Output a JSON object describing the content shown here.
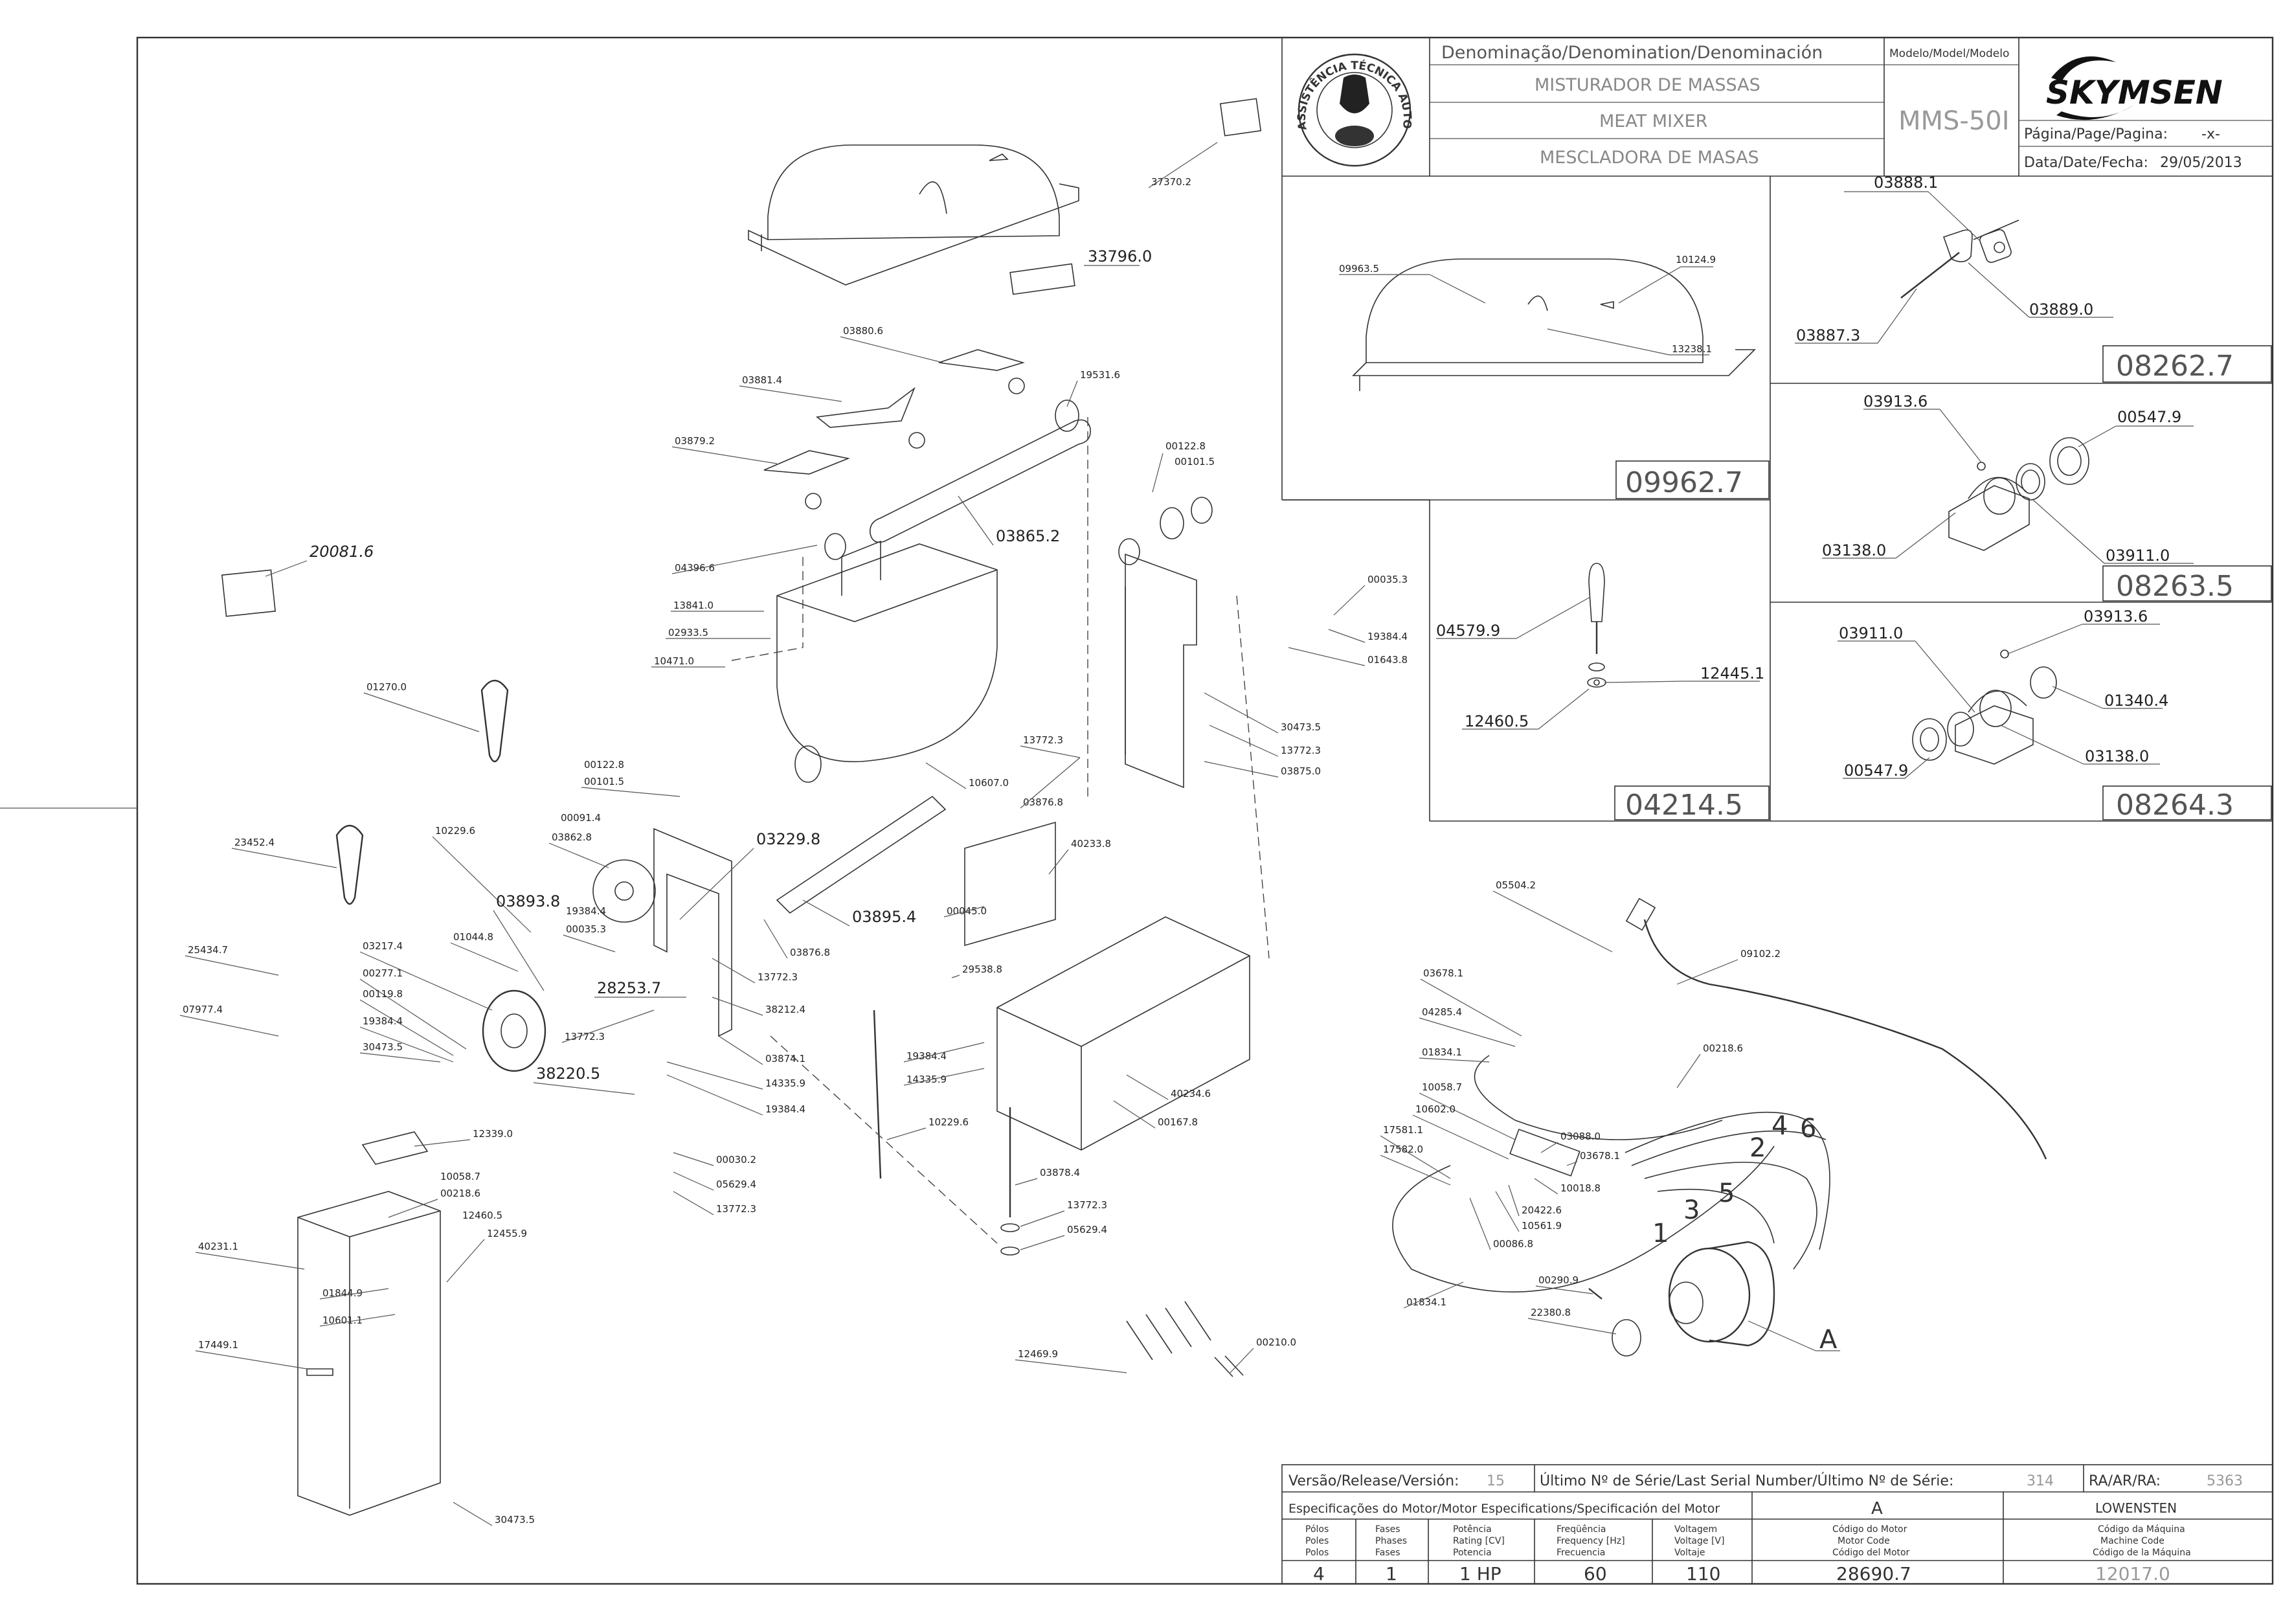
{
  "title_block": {
    "denomination_header": "Denominação/Denomination/Denominación",
    "name_pt": "MISTURADOR DE MASSAS",
    "name_en": "MEAT MIXER",
    "name_es": "MESCLADORA DE MASAS",
    "model_header": "Modelo/Model/Modelo",
    "model": "MMS-50I",
    "brand": "SKYMSEN",
    "page_label": "Página/Page/Pagina:",
    "page_value": "-x-",
    "date_label": "Data/Date/Fecha:",
    "date_value": "29/05/2013",
    "stamp_text": "ASSISTÊNCIA TÉCNICA AUTORIZADA"
  },
  "detail_boxes": [
    {
      "code": "09962.7",
      "parts": [
        "09963.5",
        "10124.9",
        "13238.1"
      ]
    },
    {
      "code": "08262.7",
      "parts": [
        "03888.1",
        "03887.3",
        "03889.0"
      ]
    },
    {
      "code": "08263.5",
      "parts": [
        "03913.6",
        "00547.9",
        "03138.0",
        "03911.0"
      ]
    },
    {
      "code": "04214.5",
      "parts": [
        "04579.9",
        "12445.1",
        "12460.5"
      ]
    },
    {
      "code": "08264.3",
      "parts": [
        "03911.0",
        "03913.6",
        "01340.4",
        "00547.9",
        "03138.0"
      ]
    }
  ],
  "part_labels": [
    "37370.2",
    "33796.0",
    "03880.6",
    "19531.6",
    "03881.4",
    "03879.2",
    "03865.2",
    "04396.6",
    "20081.6",
    "00122.8",
    "00101.5",
    "13841.0",
    "02933.5",
    "10471.0",
    "00035.3",
    "19384.4",
    "01643.8",
    "01270.0",
    "30473.5",
    "13772.3",
    "03875.0",
    "10607.0",
    "13772.3",
    "03876.8",
    "00122.8",
    "00101.5",
    "10229.6",
    "00091.4",
    "03862.8",
    "03229.8",
    "23452.4",
    "40233.8",
    "03893.8",
    "03895.4",
    "19384.4",
    "00035.3",
    "00045.0",
    "03876.8",
    "01044.8",
    "25434.7",
    "03217.4",
    "00277.1",
    "00119.8",
    "13772.3",
    "28253.7",
    "38212.4",
    "07977.4",
    "19384.4",
    "30473.5",
    "13772.3",
    "03874.1",
    "38220.5",
    "14335.9",
    "19384.4",
    "29538.8",
    "19384.4",
    "14335.9",
    "40234.6",
    "00167.8",
    "10229.6",
    "00030.2",
    "05629.4",
    "13772.3",
    "03878.4",
    "13772.3",
    "05629.4",
    "12339.0",
    "10058.7",
    "00218.6",
    "12460.5",
    "12455.9",
    "40231.1",
    "01844.9",
    "10601.1",
    "17449.1",
    "30473.5",
    "12469.9",
    "00210.0",
    "05504.2",
    "09102.2",
    "03678.1",
    "04285.4",
    "00218.6",
    "01834.1",
    "10058.7",
    "10602.0",
    "17581.1",
    "17582.0",
    "03088.0",
    "03678.1",
    "10018.8",
    "20422.6",
    "10561.9",
    "00086.8",
    "01834.1",
    "00290.9",
    "22380.8"
  ],
  "wiring_numbers": [
    "1",
    "2",
    "3",
    "4",
    "5",
    "6",
    "A"
  ],
  "side_labels": {
    "lid_label": "33796.0",
    "plate_label": "20081.6"
  },
  "revision_block": {
    "version_label": "Versão/Release/Versión:",
    "version_value": "15",
    "serial_label": "Último Nº de Série/Last Serial Number/Último Nº de Série:",
    "serial_value": "314",
    "ra_label": "RA/AR/RA:",
    "ra_value": "5363",
    "motor_spec_label": "Especificações do Motor/Motor Especifications/Specificación del Motor",
    "motor_letter": "A",
    "manufacturer": "LOWENSTEN",
    "columns": [
      {
        "header": [
          "Pólos",
          "Poles",
          "Polos"
        ],
        "value": "4"
      },
      {
        "header": [
          "Fases",
          "Phases",
          "Fases"
        ],
        "value": "1"
      },
      {
        "header": [
          "Potência",
          "Rating [CV]",
          "Potencia"
        ],
        "value": "1 HP"
      },
      {
        "header": [
          "Freqüência",
          "Frequency [Hz]",
          "Frecuencia"
        ],
        "value": "60"
      },
      {
        "header": [
          "Voltagem",
          "Voltage [V]",
          "Voltaje"
        ],
        "value": "110"
      },
      {
        "header": [
          "Código do Motor",
          "Motor Code",
          "Código del Motor"
        ],
        "value": "28690.7"
      },
      {
        "header": [
          "Código da Máquina",
          "Machine Code",
          "Código de la Máquina"
        ],
        "value": "12017.0"
      }
    ]
  }
}
